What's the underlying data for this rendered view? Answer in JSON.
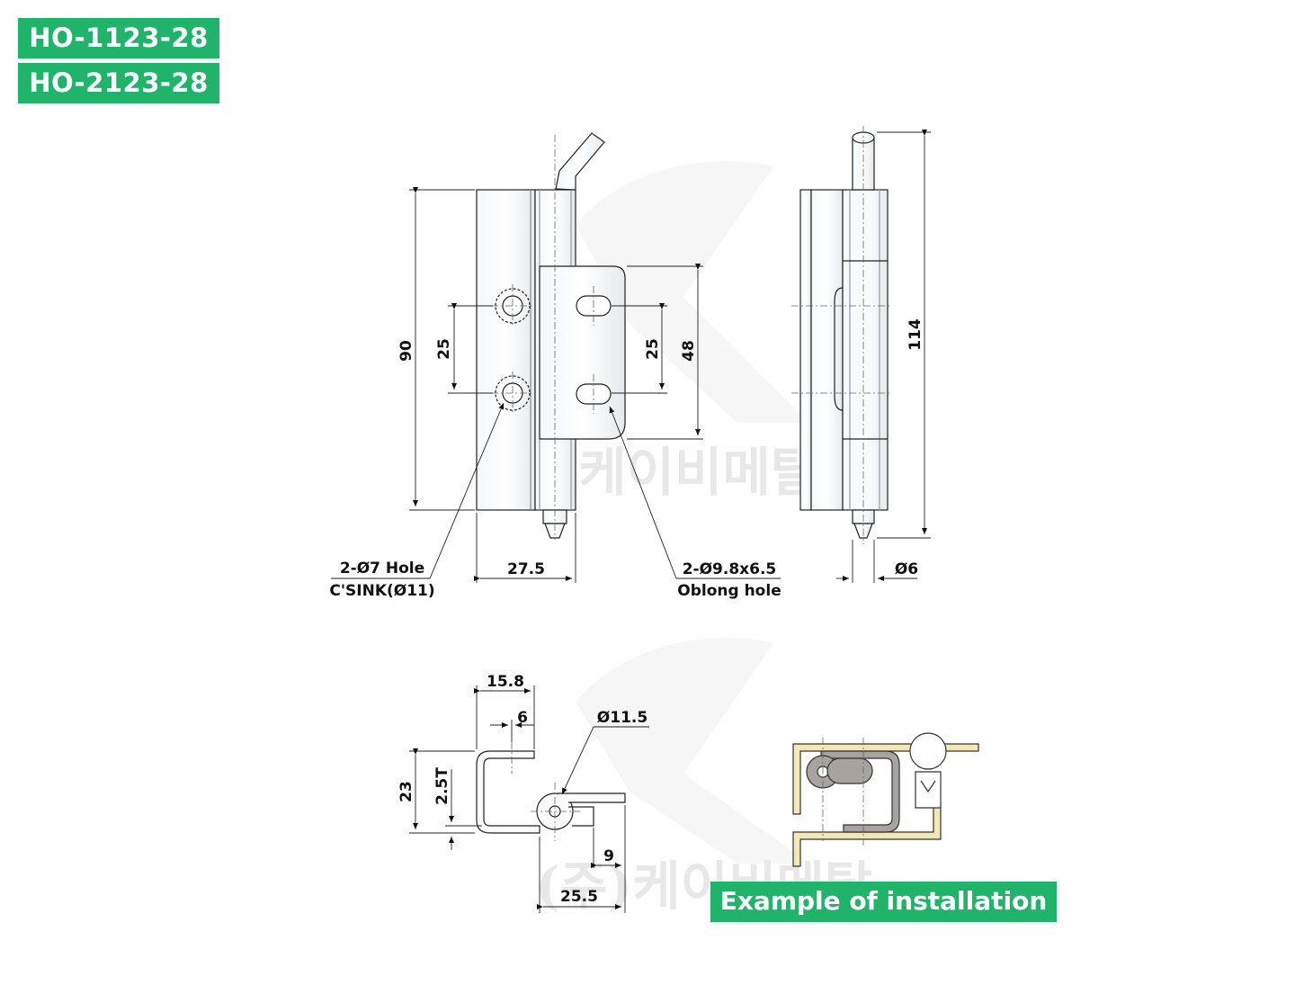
{
  "models": [
    "HO-1123-28",
    "HO-2123-28"
  ],
  "watermark": "(주)케이비메탈",
  "install_label": "Example of installation",
  "dimensions": {
    "height_total": "90",
    "hole_pitch_left": "25",
    "slot_pitch_right": "25",
    "leaf_height": "48",
    "overall_height": "114",
    "width_base": "27.5",
    "pin_diameter": "Ø6",
    "top_width": "15.8",
    "pin_offset": "6",
    "knuckle_diameter": "Ø11.5",
    "side_height": "23",
    "thickness": "2.5T",
    "leaf_length": "9",
    "bottom_width": "25.5"
  },
  "callouts": {
    "hole_line1": "2-Ø7 Hole",
    "hole_line2": "C'SINK(Ø11)",
    "oblong_line1": "2-Ø9.8x6.5",
    "oblong_line2": "Oblong hole"
  },
  "colors": {
    "accent": "#1fb46a",
    "installation_part": "#a9a3a0",
    "installation_frame": "#f3e8b5"
  }
}
